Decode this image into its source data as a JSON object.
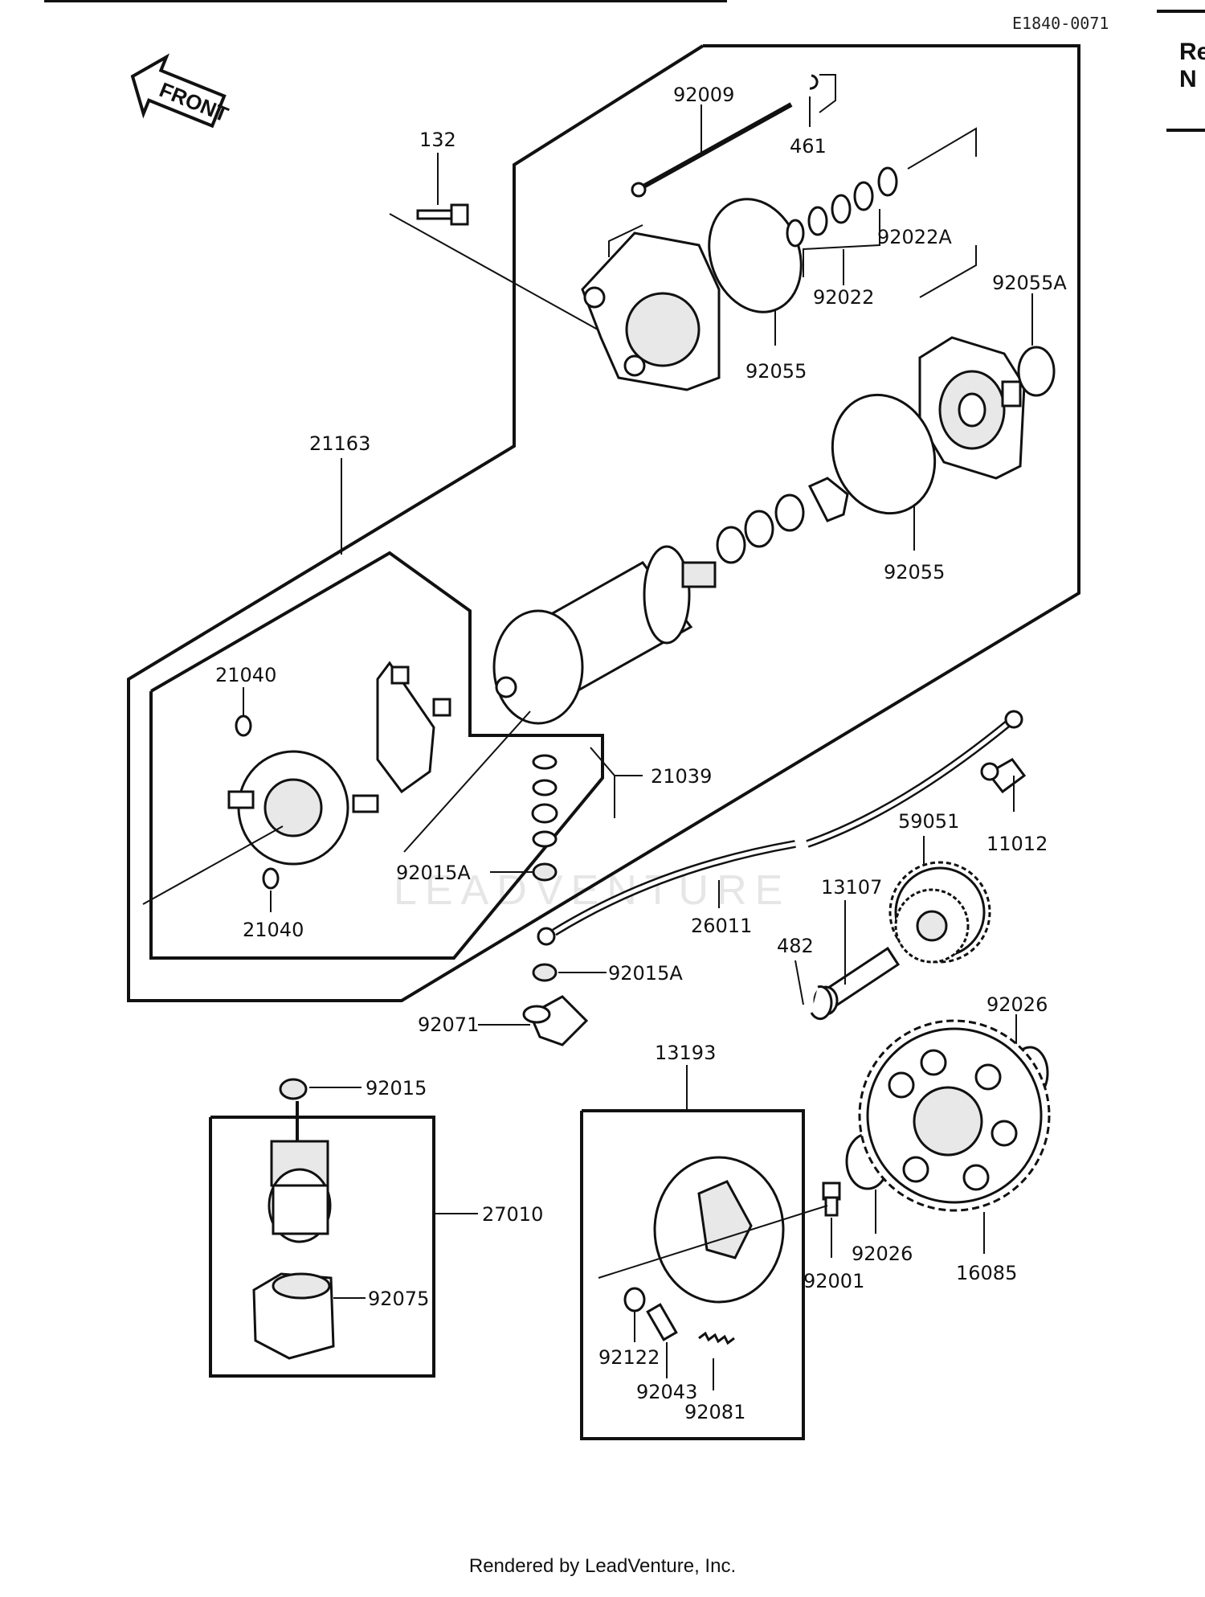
{
  "header": {
    "diagram_code": "E1840-0071",
    "right_fragment_line1": "Re",
    "right_fragment_line2": "N"
  },
  "front_arrow_label": "FRONT",
  "watermark": "LEADVENTURE",
  "callouts": [
    "92009",
    "461",
    "132",
    "92022A",
    "92022",
    "92055A",
    "92055",
    "92055",
    "21163",
    "21040",
    "21040",
    "21039",
    "92015A",
    "92015A",
    "26011",
    "11012",
    "59051",
    "13107",
    "482",
    "92026",
    "92071",
    "13193",
    "92015",
    "27010",
    "92075",
    "92001",
    "92026",
    "16085",
    "92122",
    "92043",
    "92081"
  ],
  "footer": "Rendered by LeadVenture, Inc."
}
